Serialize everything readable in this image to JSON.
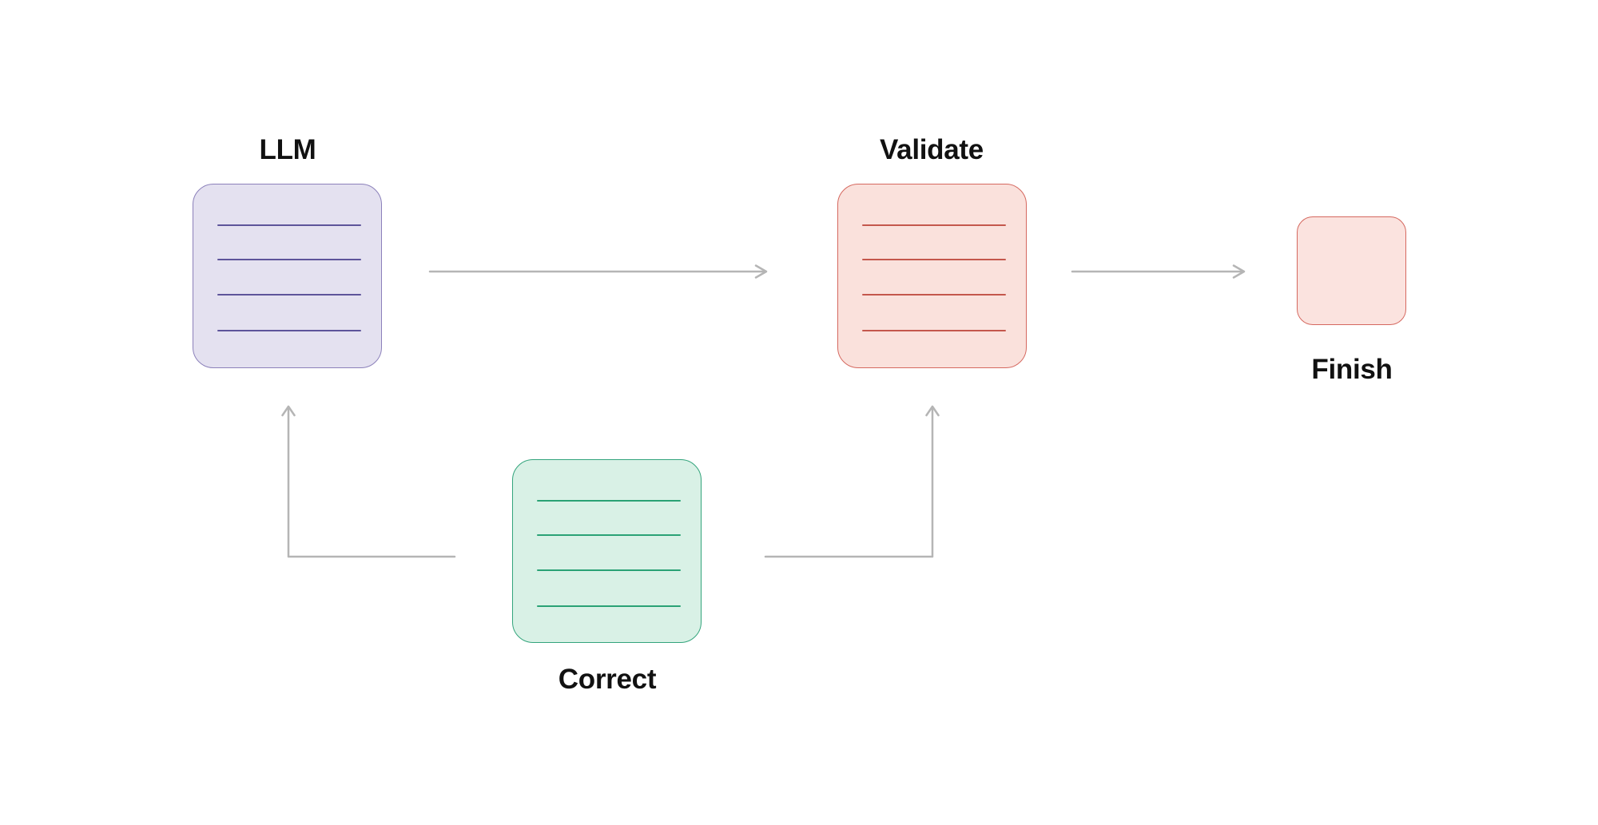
{
  "diagram": {
    "type": "flowchart",
    "nodes": [
      {
        "id": "llm",
        "label": "LLM",
        "kind": "document-card",
        "theme": "purple",
        "ruled_lines": 4,
        "label_position": "above"
      },
      {
        "id": "validate",
        "label": "Validate",
        "kind": "document-card",
        "theme": "red",
        "ruled_lines": 4,
        "label_position": "above"
      },
      {
        "id": "correct",
        "label": "Correct",
        "kind": "document-card",
        "theme": "green",
        "ruled_lines": 4,
        "label_position": "below"
      },
      {
        "id": "finish",
        "label": "Finish",
        "kind": "small-card",
        "theme": "red",
        "ruled_lines": 0,
        "label_position": "below"
      }
    ],
    "edges": [
      {
        "from": "LLM",
        "to": "Validate",
        "style": "straight-arrow"
      },
      {
        "from": "Validate",
        "to": "Finish",
        "style": "straight-arrow"
      },
      {
        "from": "Correct",
        "to": "LLM",
        "style": "elbow-arrow"
      },
      {
        "from": "Correct",
        "to": "Validate",
        "style": "elbow-arrow"
      }
    ]
  },
  "colors": {
    "canvas-bg": "#ffffff",
    "label-text": "#111111",
    "arrow": "#b5b5b5",
    "llm-fill": "#e4e1f0",
    "llm-border": "#8b80ba",
    "llm-rule": "#5d549a",
    "validate-fill": "#fae1dc",
    "validate-border": "#d5685f",
    "validate-rule": "#c4574c",
    "correct-fill": "#d9f1e6",
    "correct-border": "#33a47c",
    "correct-rule": "#2aa275",
    "finish-fill": "#fbe3df",
    "finish-border": "#d5685f"
  }
}
